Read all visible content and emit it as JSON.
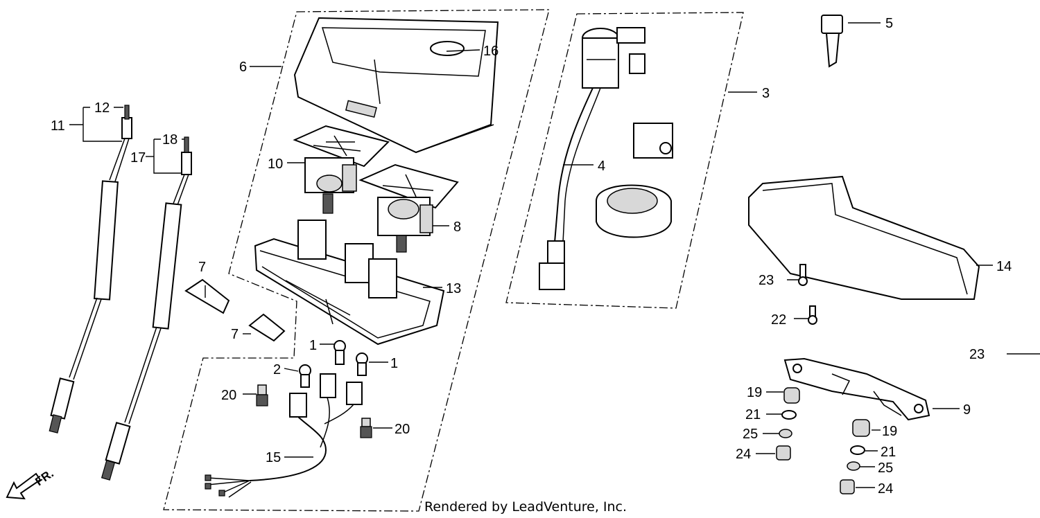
{
  "callouts": {
    "c1a": "1",
    "c1b": "1",
    "c2": "2",
    "c3": "3",
    "c4": "4",
    "c5": "5",
    "c6": "6",
    "c7a": "7",
    "c7b": "7",
    "c8": "8",
    "c9": "9",
    "c10": "10",
    "c11": "11",
    "c12": "12",
    "c13": "13",
    "c14": "14",
    "c15": "15",
    "c16": "16",
    "c17": "17",
    "c18": "18",
    "c19a": "19",
    "c19b": "19",
    "c20a": "20",
    "c20b": "20",
    "c21a": "21",
    "c21b": "21",
    "c22": "22",
    "c23a": "23",
    "c23b": "23",
    "c24a": "24",
    "c24b": "24",
    "c25a": "25",
    "c25b": "25"
  },
  "front_arrow": "FR.",
  "credit": "Rendered by LeadVenture, Inc."
}
